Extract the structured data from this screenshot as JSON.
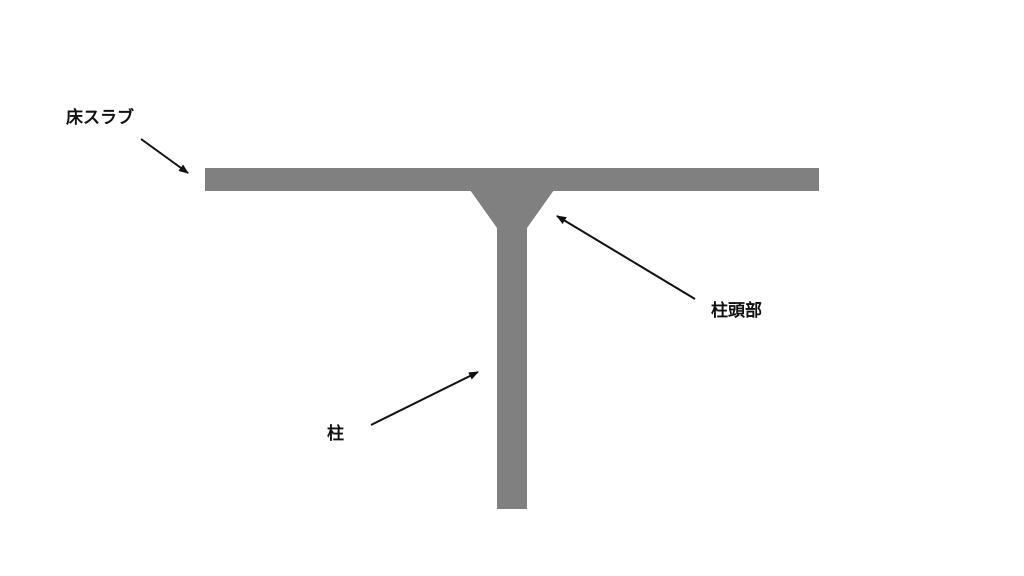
{
  "labels": {
    "slab": "床スラブ",
    "capital": "柱頭部",
    "column": "柱"
  },
  "colors": {
    "structure": "#808080",
    "arrow": "#111111",
    "background": "#ffffff"
  }
}
